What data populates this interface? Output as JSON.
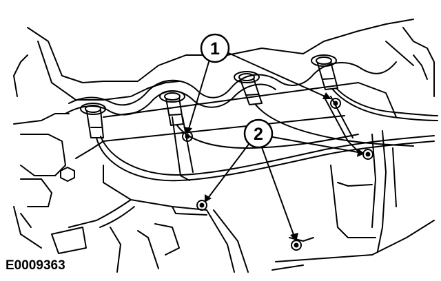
{
  "figure": {
    "reference_id": "E0009363",
    "callouts": [
      {
        "number": "1"
      },
      {
        "number": "2"
      }
    ]
  }
}
